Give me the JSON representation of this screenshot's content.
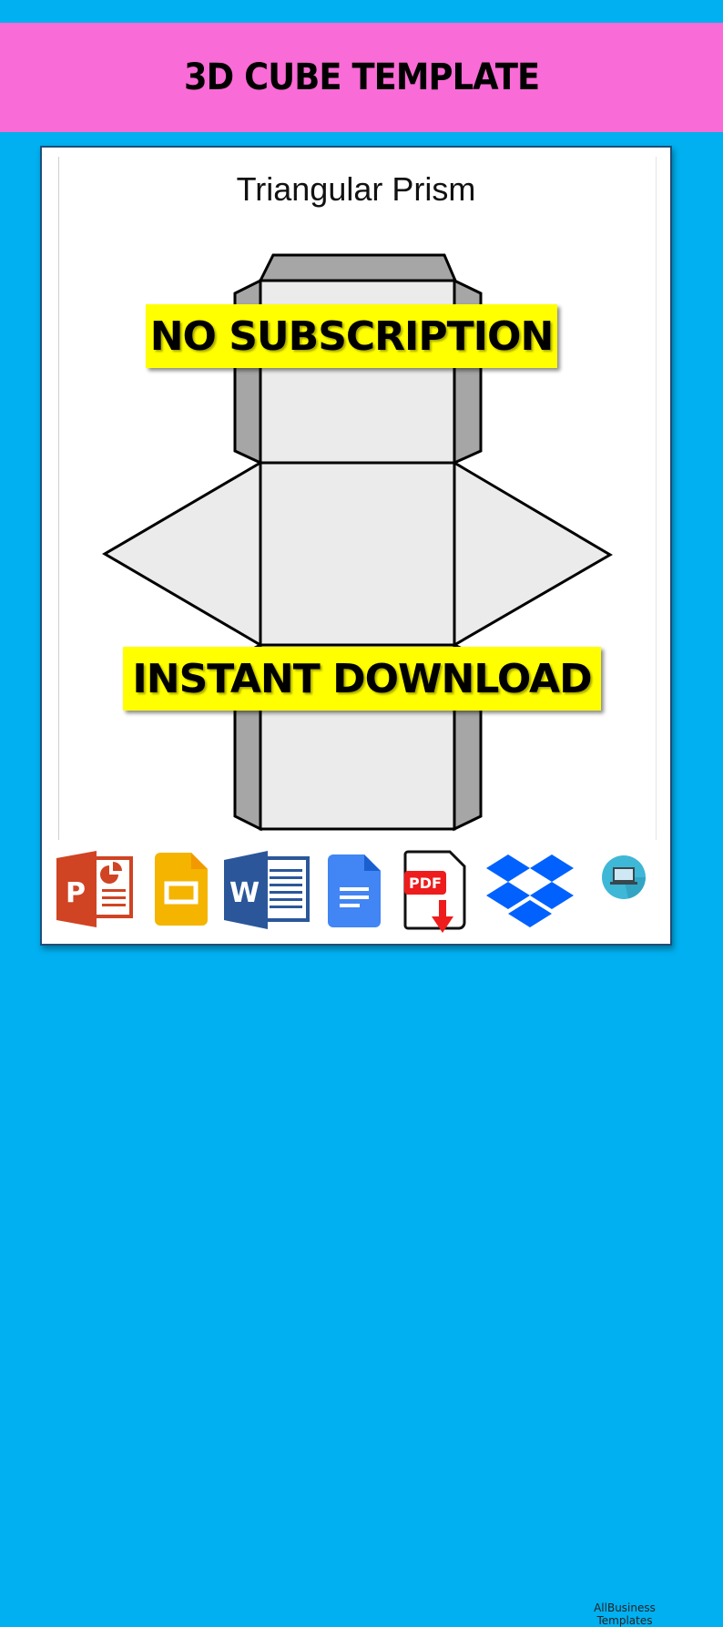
{
  "header": {
    "title": "3D CUBE TEMPLATE",
    "background_color": "#f96bd6"
  },
  "page": {
    "background_color": "#00b0f0"
  },
  "sheet": {
    "title": "Triangular Prism",
    "net": {
      "face_fill": "#ebebeb",
      "tab_fill": "#a6a6a6",
      "stroke": "#000000"
    }
  },
  "promos": [
    {
      "label": "NO SUBSCRIPTION",
      "color": "#ffff00"
    },
    {
      "label": "INSTANT DOWNLOAD",
      "color": "#ffff00"
    }
  ],
  "format_icons": [
    {
      "name": "powerpoint-icon",
      "letter": "P",
      "color": "#d04423"
    },
    {
      "name": "google-slides-icon",
      "color": "#f4b400"
    },
    {
      "name": "word-icon",
      "letter": "W",
      "color": "#2b579a"
    },
    {
      "name": "google-docs-icon",
      "color": "#4285f4"
    },
    {
      "name": "pdf-download-icon",
      "label": "PDF",
      "color": "#ff0000"
    },
    {
      "name": "dropbox-icon",
      "color": "#0061fe"
    },
    {
      "name": "allbusiness-templates-logo",
      "label_line1": "AllBusiness",
      "label_line2": "Templates",
      "color": "#3fb7d6"
    }
  ]
}
